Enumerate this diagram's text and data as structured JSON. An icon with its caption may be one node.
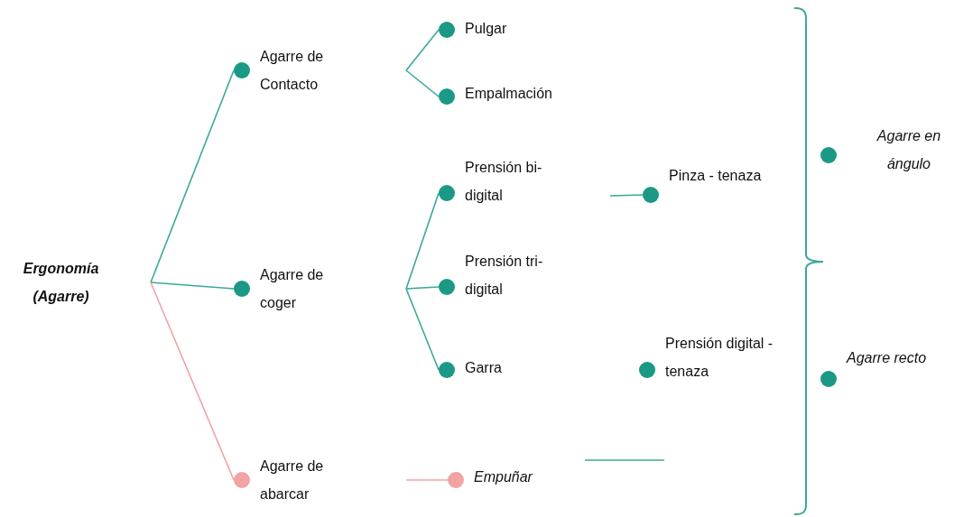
{
  "diagram": {
    "nodes": [
      {
        "text": [
          "Ergonomía (Agarre)"
        ]
      },
      {
        "text": [
          "Agarre de Contacto"
        ]
      },
      {
        "text": [
          "Agarre de coger"
        ]
      },
      {
        "text": [
          "Agarre de abarcar"
        ]
      },
      {
        "text": [
          "Pulgar"
        ]
      },
      {
        "text": [
          "Empalmación"
        ]
      },
      {
        "text": [
          "Prensión bi-digital"
        ]
      },
      {
        "text": [
          "Prensión tri-digital"
        ]
      },
      {
        "text": [
          "Garra"
        ]
      },
      {
        "text": [
          "Empuñar"
        ]
      },
      {
        "text": [
          "Pinza - tenaza"
        ]
      },
      {
        "text": [
          "Prensión digital - tenaza"
        ]
      },
      {
        "text": [
          "Agarre en ángulo"
        ]
      },
      {
        "text": [
          "Agarre recto"
        ]
      }
    ],
    "edges": [
      {
        "from": 0,
        "to": 1,
        "arrow": "none"
      },
      {
        "from": 0,
        "to": 2,
        "arrow": "none"
      },
      {
        "from": 0,
        "to": 3,
        "arrow": "none",
        "color": "#f2a3a3"
      },
      {
        "from": null,
        "to": 4,
        "arrow": "none"
      },
      {
        "from": null,
        "to": 5,
        "arrow": "none"
      },
      {
        "from": null,
        "to": 6,
        "arrow": "none"
      },
      {
        "from": null,
        "to": 7,
        "arrow": "none"
      },
      {
        "from": null,
        "to": 8,
        "arrow": "none"
      },
      {
        "from": null,
        "to": 9,
        "arrow": "none",
        "color": "#f2a3a3"
      },
      {
        "from": null,
        "to": 10,
        "arrow": "none"
      }
    ]
  }
}
